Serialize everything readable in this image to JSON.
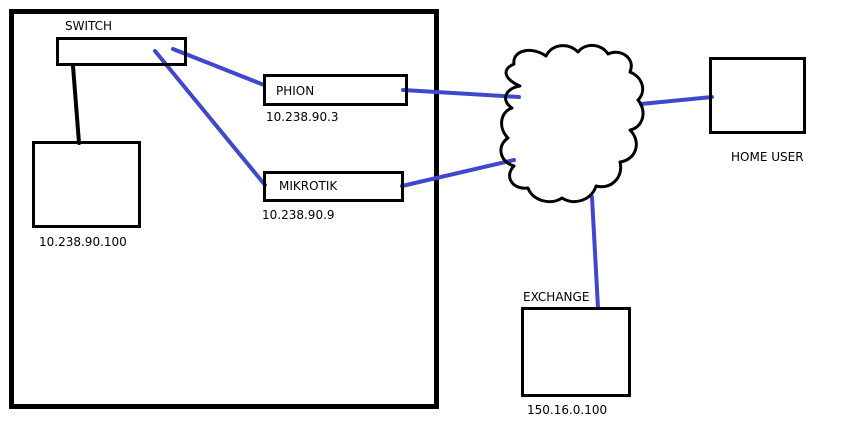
{
  "colors": {
    "background": "#ffffff",
    "outline": "#000000",
    "link": "#3f48cc"
  },
  "labels": {
    "switch": "SWITCH",
    "phion": "PHION",
    "phion_ip": "10.238.90.3",
    "mikrotik": "MIKROTIK",
    "mikrotik_ip": "10.238.90.9",
    "host_ip": "10.238.90.100",
    "home_user": "HOME USER",
    "exchange": "EXCHANGE",
    "exchange_ip": "150.16.0.100"
  }
}
